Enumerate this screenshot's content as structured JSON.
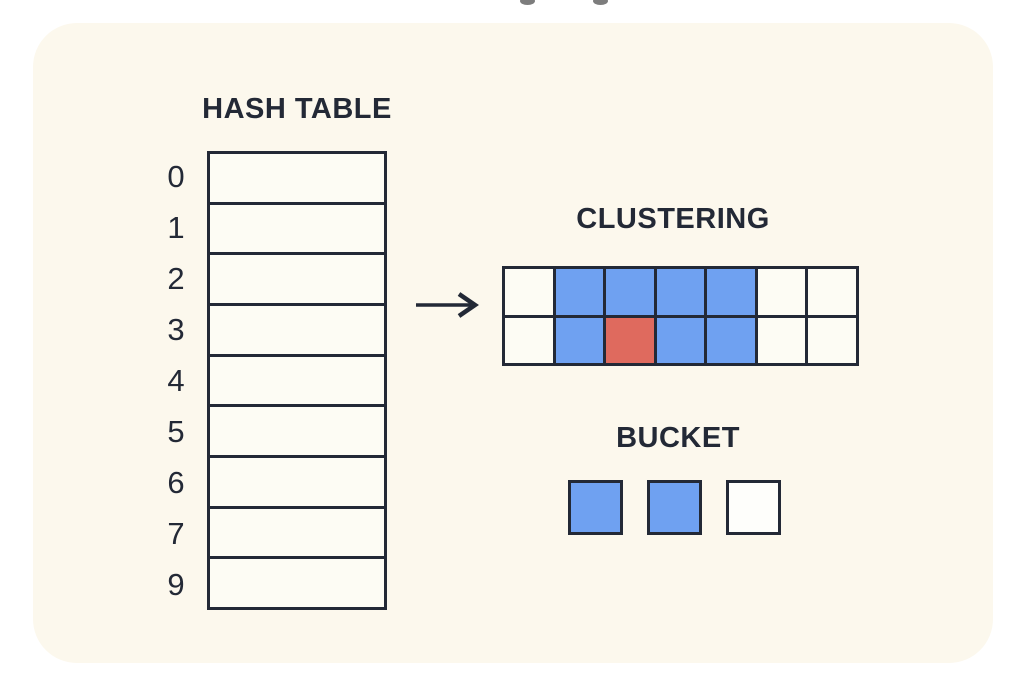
{
  "colors": {
    "page_bg": "#ffffff",
    "card_bg": "#fcf8ed",
    "cell_bg": "#fdfcf4",
    "blue": "#6fa1f1",
    "red": "#df6a5e",
    "dark": "#232936"
  },
  "hash_table": {
    "title": "HASH TABLE",
    "row_labels": [
      "0",
      "1",
      "2",
      "3",
      "4",
      "5",
      "6",
      "7",
      "9"
    ]
  },
  "icons": {
    "arrow": "right-arrow-icon"
  },
  "clustering": {
    "title": "CLUSTERING",
    "cells": [
      [
        "empty",
        "blue",
        "blue",
        "blue",
        "blue",
        "empty",
        "empty"
      ],
      [
        "empty",
        "blue",
        "red",
        "blue",
        "blue",
        "empty",
        "empty"
      ]
    ]
  },
  "bucket": {
    "title": "BUCKET",
    "cells": [
      "blue",
      "blue",
      "empty"
    ]
  }
}
